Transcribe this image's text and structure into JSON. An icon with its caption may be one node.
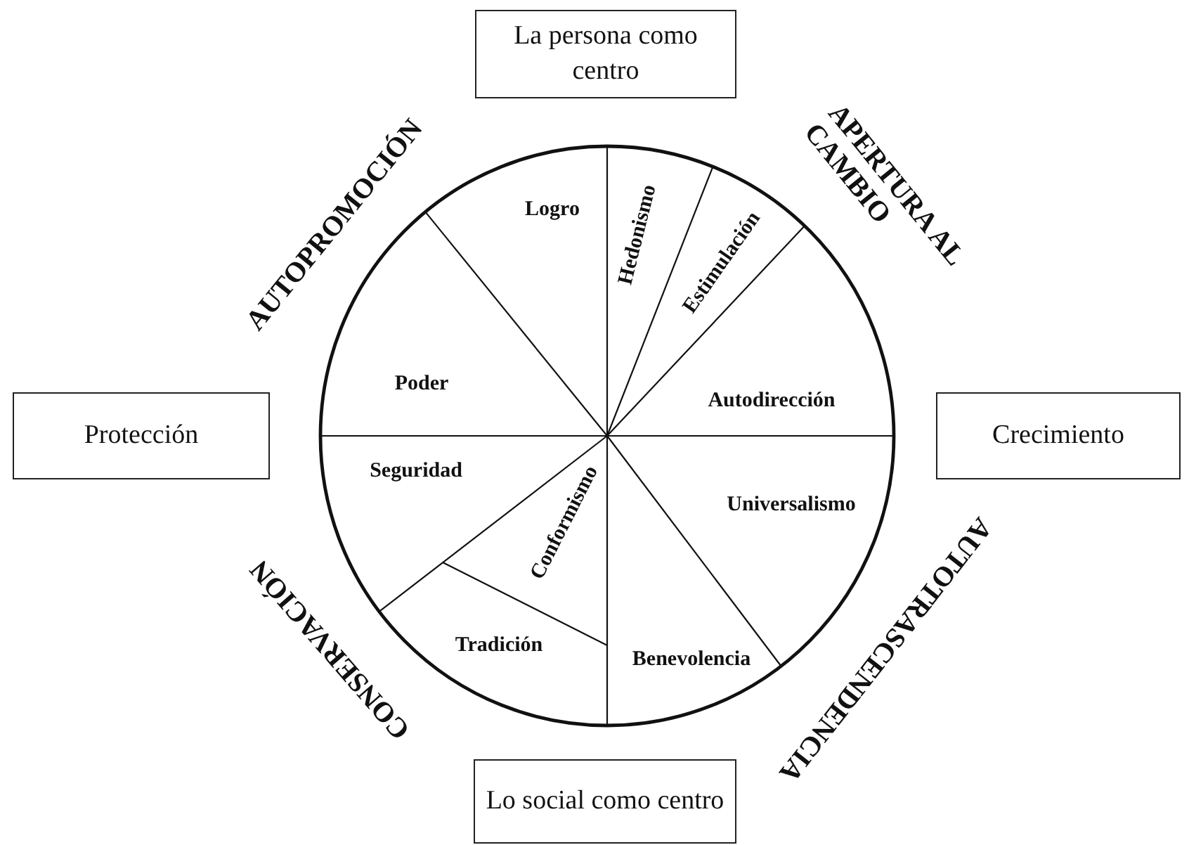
{
  "diagram": {
    "nodes": [
      {
        "text": [
          "La persona como centro"
        ]
      },
      {
        "text": [
          "Protección"
        ]
      },
      {
        "text": [
          "Crecimiento"
        ]
      },
      {
        "text": [
          "Lo social como centro"
        ]
      }
    ],
    "labels": [
      "AUTOPROMOCIÓN",
      "APERTURA AL CAMBIO",
      "Logro",
      "Hedonismo",
      "Estimulación",
      "Poder",
      "Autodirección",
      "Seguridad",
      "Conformismo",
      "Universalismo",
      "Tradición",
      "Benevolencia",
      "CONSERVACIÓN",
      "AUTOTRASCENDENCIA"
    ]
  }
}
